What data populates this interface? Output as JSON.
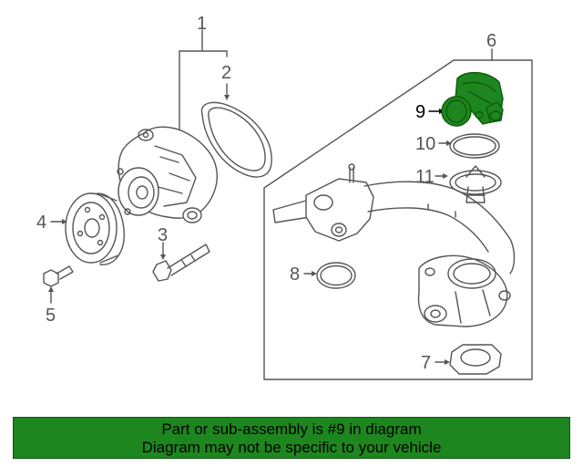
{
  "diagram": {
    "callouts": [
      {
        "id": "1",
        "label": "1"
      },
      {
        "id": "2",
        "label": "2"
      },
      {
        "id": "3",
        "label": "3"
      },
      {
        "id": "4",
        "label": "4"
      },
      {
        "id": "5",
        "label": "5"
      },
      {
        "id": "6",
        "label": "6"
      },
      {
        "id": "7",
        "label": "7"
      },
      {
        "id": "8",
        "label": "8"
      },
      {
        "id": "9",
        "label": "9"
      },
      {
        "id": "10",
        "label": "10"
      },
      {
        "id": "11",
        "label": "11"
      }
    ],
    "highlighted_part": "9",
    "highlight_color": "#1e861e",
    "line_color": "#555555"
  },
  "banner": {
    "line1": "Part or sub-assembly is #9 in diagram",
    "line2": "Diagram may not be specific to your vehicle",
    "background": "#1e861e"
  }
}
